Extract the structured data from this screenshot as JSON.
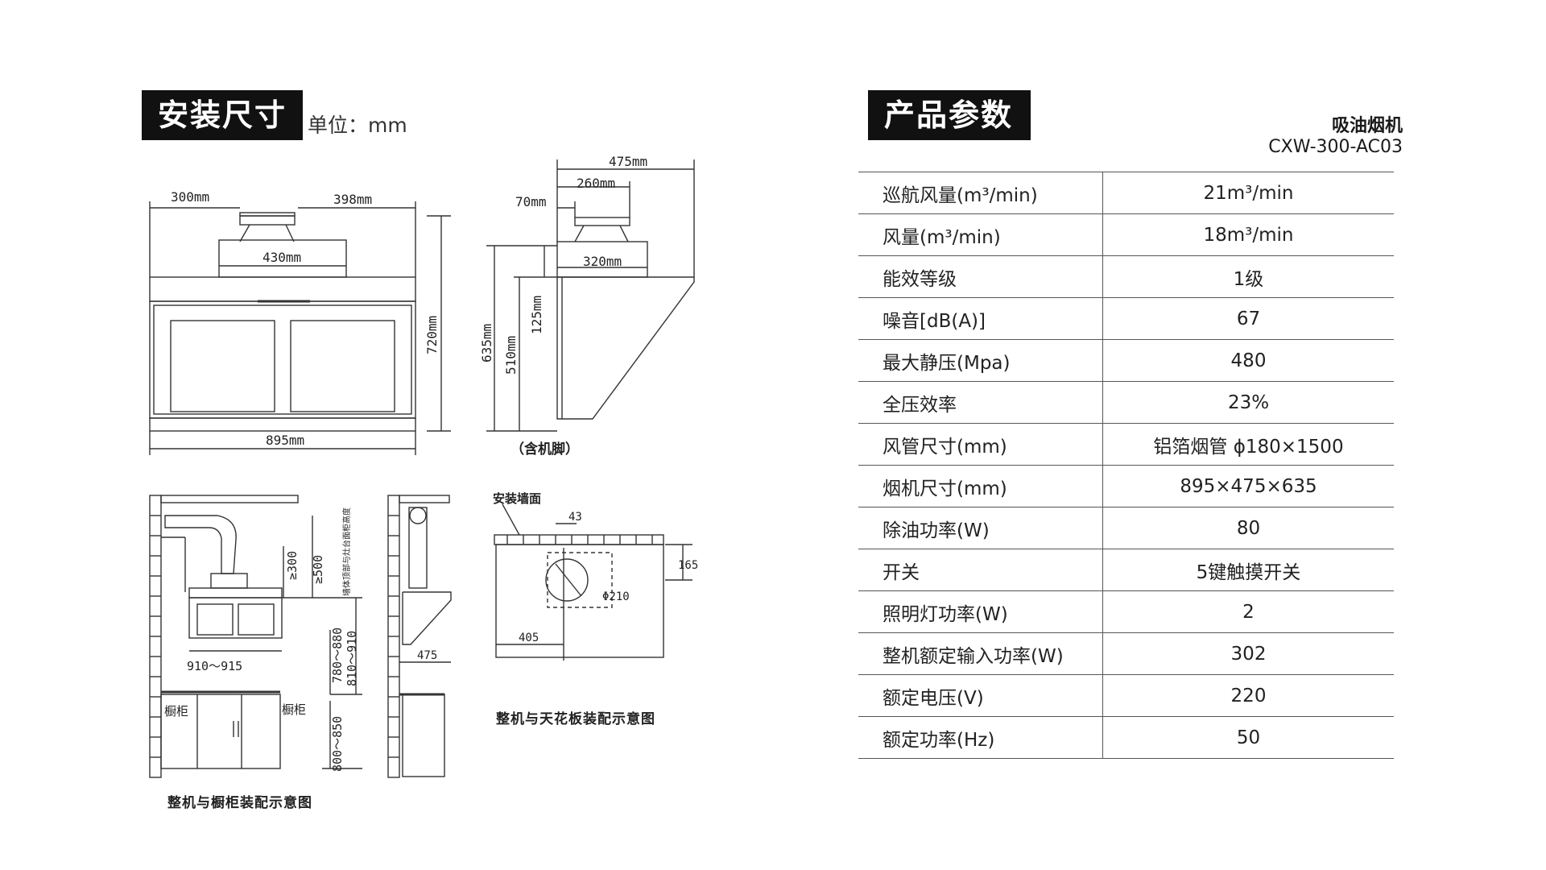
{
  "install": {
    "title": "安装尺寸",
    "unit": "单位：mm",
    "front": {
      "dim_left": "300mm",
      "dim_right": "398mm",
      "dim_top_box": "430mm",
      "dim_height": "720mm",
      "dim_width": "895mm"
    },
    "side": {
      "dim_depth": "475mm",
      "dim_260": "260mm",
      "dim_70": "70mm",
      "dim_320": "320mm",
      "dim_635": "635mm",
      "dim_510": "510mm",
      "dim_125": "125mm",
      "note": "（含机脚）"
    },
    "cabinet": {
      "dim_300": "≥300",
      "dim_500": "≥500",
      "note_vertical": "墙体顶部与灶台面柜高度",
      "dim_910_915": "910～915",
      "dim_780_880": "780～880",
      "dim_810_910": "810～910",
      "dim_800_850": "800～850",
      "cabinet_left": "橱柜",
      "cabinet_right": "橱柜",
      "dim_475": "475",
      "caption": "整机与橱柜装配示意图"
    },
    "ceiling": {
      "wall_label": "安装墙面",
      "dim_43": "43",
      "dim_165": "165",
      "dim_phi": "Φ210",
      "dim_405": "405",
      "caption": "整机与天花板装配示意图"
    }
  },
  "params": {
    "title": "产品参数",
    "product_name": "吸油烟机",
    "product_model": "CXW-300-AC03",
    "rows": [
      {
        "key": "巡航风量(m³/min)",
        "value": "21m³/min"
      },
      {
        "key": "风量(m³/min)",
        "value": "18m³/min"
      },
      {
        "key": "能效等级",
        "value": "1级"
      },
      {
        "key": "噪音[dB(A)]",
        "value": "67"
      },
      {
        "key": "最大静压(Mpa)",
        "value": "480"
      },
      {
        "key": "全压效率",
        "value": "23%"
      },
      {
        "key": "风管尺寸(mm)",
        "value": "铝箔烟管 ϕ180×1500"
      },
      {
        "key": "烟机尺寸(mm)",
        "value": "895×475×635"
      },
      {
        "key": "除油功率(W)",
        "value": "80"
      },
      {
        "key": "开关",
        "value": "5键触摸开关"
      },
      {
        "key": "照明灯功率(W)",
        "value": "2"
      },
      {
        "key": "整机额定输入功率(W)",
        "value": "302"
      },
      {
        "key": "额定电压(V)",
        "value": "220"
      },
      {
        "key": "额定功率(Hz)",
        "value": "50"
      }
    ]
  }
}
